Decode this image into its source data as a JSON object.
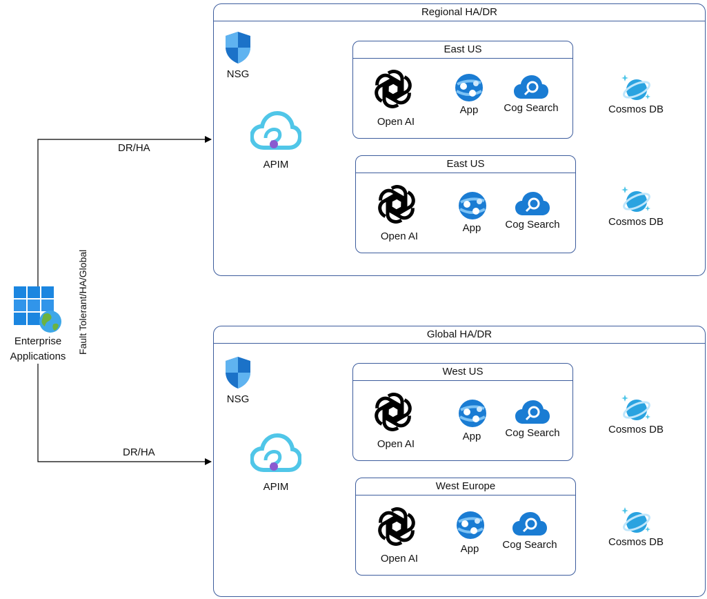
{
  "enterprise": {
    "label_line1": "Enterprise",
    "label_line2": "Applications",
    "icon": "enterprise-apps-icon"
  },
  "edges": {
    "top_label": "DR/HA",
    "bottom_label": "DR/HA",
    "vertical_label": "Fault Tolerant/HA/Global"
  },
  "regional": {
    "title": "Regional HA/DR",
    "nsg_label": "NSG",
    "apim_label": "APIM",
    "regions": [
      {
        "title": "East US",
        "openai": "Open AI",
        "app": "App",
        "search": "Cog Search"
      },
      {
        "title": "East US",
        "openai": "Open AI",
        "app": "App",
        "search": "Cog Search"
      }
    ],
    "cosmos": [
      "Cosmos DB",
      "Cosmos DB"
    ]
  },
  "global": {
    "title": "Global HA/DR",
    "nsg_label": "NSG",
    "apim_label": "APIM",
    "regions": [
      {
        "title": "West US",
        "openai": "Open AI",
        "app": "App",
        "search": "Cog Search"
      },
      {
        "title": "West Europe",
        "openai": "Open AI",
        "app": "App",
        "search": "Cog Search"
      }
    ],
    "cosmos": [
      "Cosmos DB",
      "Cosmos DB"
    ]
  },
  "colors": {
    "border": "#3b5b9c",
    "azure_blue": "#0078d4",
    "cosmos_blue": "#2aa3e0",
    "apim_cyan": "#50c6e8"
  }
}
